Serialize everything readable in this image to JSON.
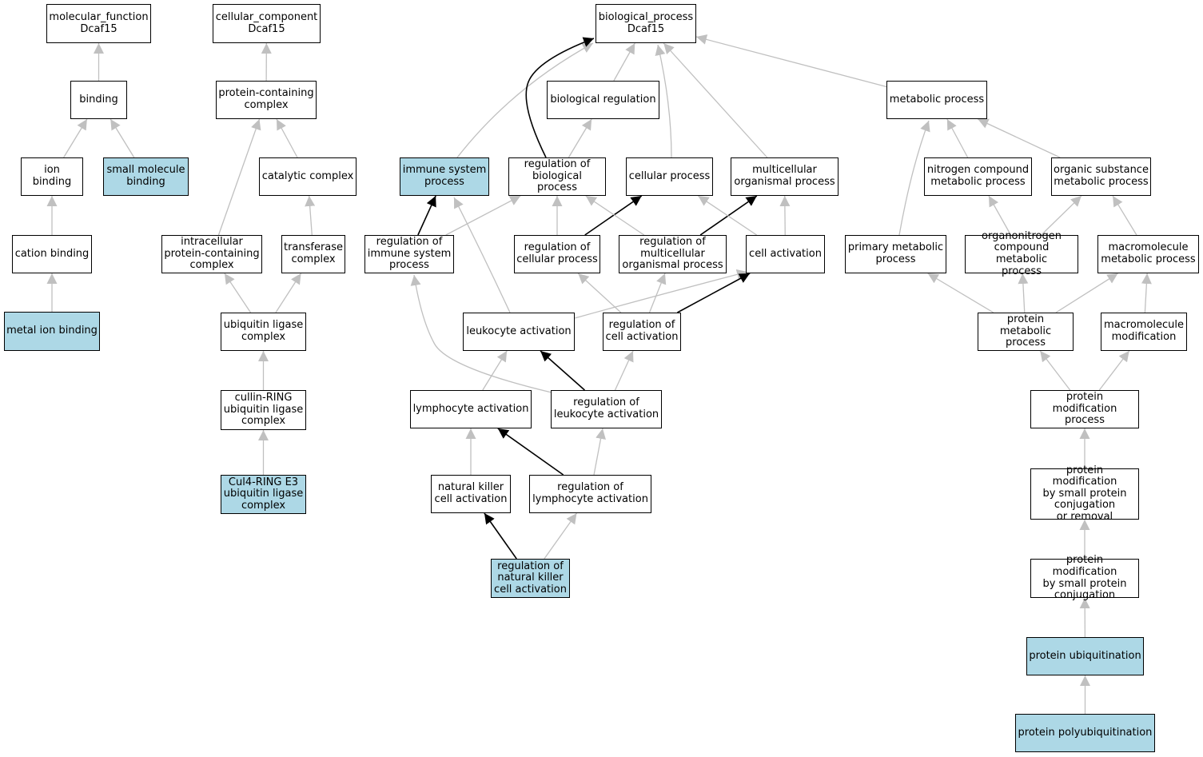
{
  "colors": {
    "highlight": "#add8e6",
    "node_fill": "#ffffff",
    "black_edge": "#000000",
    "grey_edge": "#c0c0c0"
  },
  "nodes": [
    {
      "id": "mf",
      "label": "molecular_function\nDcaf15"
    },
    {
      "id": "binding",
      "label": "binding"
    },
    {
      "id": "ion_binding",
      "label": "ion binding"
    },
    {
      "id": "small_mol",
      "label": "small molecule\nbinding",
      "highlight": true
    },
    {
      "id": "cation",
      "label": "cation binding"
    },
    {
      "id": "metal",
      "label": "metal ion binding",
      "highlight": true
    },
    {
      "id": "cc",
      "label": "cellular_component\nDcaf15"
    },
    {
      "id": "pcc",
      "label": "protein-containing\ncomplex"
    },
    {
      "id": "catalytic",
      "label": "catalytic complex"
    },
    {
      "id": "intra",
      "label": "intracellular\nprotein-containing\ncomplex"
    },
    {
      "id": "transferase",
      "label": "transferase\ncomplex"
    },
    {
      "id": "ubl",
      "label": "ubiquitin ligase\ncomplex"
    },
    {
      "id": "cullin",
      "label": "cullin-RING\nubiquitin ligase\ncomplex"
    },
    {
      "id": "cul4",
      "label": "Cul4-RING E3\nubiquitin ligase\ncomplex",
      "highlight": true
    },
    {
      "id": "bp",
      "label": "biological_process\nDcaf15"
    },
    {
      "id": "bioreg",
      "label": "biological regulation"
    },
    {
      "id": "metabolic",
      "label": "metabolic process"
    },
    {
      "id": "immune",
      "label": "immune system\nprocess",
      "highlight": true
    },
    {
      "id": "reg_bp",
      "label": "regulation of\nbiological process"
    },
    {
      "id": "cellular",
      "label": "cellular process"
    },
    {
      "id": "multi",
      "label": "multicellular\norganismal process"
    },
    {
      "id": "nitrogen",
      "label": "nitrogen compound\nmetabolic process"
    },
    {
      "id": "organic",
      "label": "organic substance\nmetabolic process"
    },
    {
      "id": "reg_immune",
      "label": "regulation of\nimmune system\nprocess"
    },
    {
      "id": "reg_cellular",
      "label": "regulation of\ncellular process"
    },
    {
      "id": "reg_multi",
      "label": "regulation of\nmulticellular\norganismal process"
    },
    {
      "id": "cell_act",
      "label": "cell activation"
    },
    {
      "id": "primary",
      "label": "primary metabolic\nprocess"
    },
    {
      "id": "organonitrogen",
      "label": "organonitrogen\ncompound metabolic\nprocess"
    },
    {
      "id": "macromol",
      "label": "macromolecule\nmetabolic process"
    },
    {
      "id": "leuk_act",
      "label": "leukocyte activation"
    },
    {
      "id": "reg_cell_act",
      "label": "regulation of\ncell activation"
    },
    {
      "id": "protein_met",
      "label": "protein metabolic\nprocess"
    },
    {
      "id": "macro_mod",
      "label": "macromolecule\nmodification"
    },
    {
      "id": "lymph_act",
      "label": "lymphocyte activation"
    },
    {
      "id": "reg_leuk_act",
      "label": "regulation of\nleukocyte activation"
    },
    {
      "id": "prot_mod",
      "label": "protein modification\nprocess"
    },
    {
      "id": "nk_act",
      "label": "natural killer\ncell activation"
    },
    {
      "id": "reg_lymph_act",
      "label": "regulation of\nlymphocyte activation"
    },
    {
      "id": "pm_conj_rem",
      "label": "protein modification\nby small protein\nconjugation\nor removal"
    },
    {
      "id": "reg_nk_act",
      "label": "regulation of\nnatural killer\ncell activation",
      "highlight": true
    },
    {
      "id": "pm_conj",
      "label": "protein modification\nby small protein\nconjugation"
    },
    {
      "id": "ubiq",
      "label": "protein ubiquitination",
      "highlight": true
    },
    {
      "id": "polyubiq",
      "label": "protein polyubiquitination",
      "highlight": true
    }
  ],
  "edges": [
    {
      "from": "binding",
      "to": "mf",
      "kind": "grey"
    },
    {
      "from": "ion_binding",
      "to": "binding",
      "kind": "grey"
    },
    {
      "from": "small_mol",
      "to": "binding",
      "kind": "grey"
    },
    {
      "from": "cation",
      "to": "ion_binding",
      "kind": "grey"
    },
    {
      "from": "metal",
      "to": "cation",
      "kind": "grey"
    },
    {
      "from": "pcc",
      "to": "cc",
      "kind": "grey"
    },
    {
      "from": "catalytic",
      "to": "pcc",
      "kind": "grey"
    },
    {
      "from": "intra",
      "to": "pcc",
      "kind": "grey"
    },
    {
      "from": "transferase",
      "to": "catalytic",
      "kind": "grey"
    },
    {
      "from": "ubl",
      "to": "intra",
      "kind": "grey"
    },
    {
      "from": "ubl",
      "to": "transferase",
      "kind": "grey"
    },
    {
      "from": "cullin",
      "to": "ubl",
      "kind": "grey"
    },
    {
      "from": "cul4",
      "to": "cullin",
      "kind": "grey"
    },
    {
      "from": "immune",
      "to": "bp",
      "kind": "grey"
    },
    {
      "from": "reg_bp",
      "to": "bp",
      "kind": "black"
    },
    {
      "from": "bioreg",
      "to": "bp",
      "kind": "grey"
    },
    {
      "from": "cellular",
      "to": "bp",
      "kind": "grey"
    },
    {
      "from": "multi",
      "to": "bp",
      "kind": "grey"
    },
    {
      "from": "metabolic",
      "to": "bp",
      "kind": "grey"
    },
    {
      "from": "reg_bp",
      "to": "bioreg",
      "kind": "grey"
    },
    {
      "from": "reg_immune",
      "to": "immune",
      "kind": "black"
    },
    {
      "from": "reg_immune",
      "to": "reg_bp",
      "kind": "grey"
    },
    {
      "from": "reg_cellular",
      "to": "reg_bp",
      "kind": "grey"
    },
    {
      "from": "reg_cellular",
      "to": "cellular",
      "kind": "black"
    },
    {
      "from": "reg_multi",
      "to": "reg_bp",
      "kind": "grey"
    },
    {
      "from": "reg_multi",
      "to": "multi",
      "kind": "black"
    },
    {
      "from": "cell_act",
      "to": "cellular",
      "kind": "grey"
    },
    {
      "from": "cell_act",
      "to": "multi",
      "kind": "grey"
    },
    {
      "from": "leuk_act",
      "to": "immune",
      "kind": "grey"
    },
    {
      "from": "leuk_act",
      "to": "cell_act",
      "kind": "grey"
    },
    {
      "from": "reg_cell_act",
      "to": "reg_cellular",
      "kind": "grey"
    },
    {
      "from": "reg_cell_act",
      "to": "reg_multi",
      "kind": "grey"
    },
    {
      "from": "reg_cell_act",
      "to": "cell_act",
      "kind": "black"
    },
    {
      "from": "reg_leuk_act",
      "to": "reg_immune",
      "kind": "grey"
    },
    {
      "from": "reg_leuk_act",
      "to": "leuk_act",
      "kind": "black"
    },
    {
      "from": "reg_leuk_act",
      "to": "reg_cell_act",
      "kind": "grey"
    },
    {
      "from": "lymph_act",
      "to": "leuk_act",
      "kind": "grey"
    },
    {
      "from": "reg_lymph_act",
      "to": "lymph_act",
      "kind": "black"
    },
    {
      "from": "reg_lymph_act",
      "to": "reg_leuk_act",
      "kind": "grey"
    },
    {
      "from": "nk_act",
      "to": "lymph_act",
      "kind": "grey"
    },
    {
      "from": "reg_nk_act",
      "to": "nk_act",
      "kind": "black"
    },
    {
      "from": "reg_nk_act",
      "to": "reg_lymph_act",
      "kind": "grey"
    },
    {
      "from": "nitrogen",
      "to": "metabolic",
      "kind": "grey"
    },
    {
      "from": "organic",
      "to": "metabolic",
      "kind": "grey"
    },
    {
      "from": "primary",
      "to": "metabolic",
      "kind": "grey"
    },
    {
      "from": "organonitrogen",
      "to": "nitrogen",
      "kind": "grey"
    },
    {
      "from": "organonitrogen",
      "to": "organic",
      "kind": "grey"
    },
    {
      "from": "macromol",
      "to": "organic",
      "kind": "grey"
    },
    {
      "from": "protein_met",
      "to": "primary",
      "kind": "grey"
    },
    {
      "from": "protein_met",
      "to": "organonitrogen",
      "kind": "grey"
    },
    {
      "from": "protein_met",
      "to": "macromol",
      "kind": "grey"
    },
    {
      "from": "macro_mod",
      "to": "macromol",
      "kind": "grey"
    },
    {
      "from": "prot_mod",
      "to": "protein_met",
      "kind": "grey"
    },
    {
      "from": "prot_mod",
      "to": "macro_mod",
      "kind": "grey"
    },
    {
      "from": "pm_conj_rem",
      "to": "prot_mod",
      "kind": "grey"
    },
    {
      "from": "pm_conj",
      "to": "pm_conj_rem",
      "kind": "grey"
    },
    {
      "from": "ubiq",
      "to": "pm_conj",
      "kind": "grey"
    },
    {
      "from": "polyubiq",
      "to": "ubiq",
      "kind": "grey"
    }
  ]
}
